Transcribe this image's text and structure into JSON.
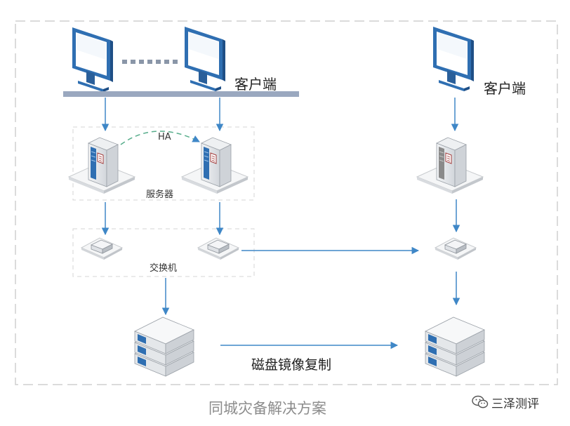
{
  "labels": {
    "client_left": "客户端",
    "client_right": "客户端",
    "ha": "HA",
    "server": "服务器",
    "switch": "交换机",
    "mirror": "磁盘镜像复制"
  },
  "caption": "同城灾备解决方案",
  "watermark": "三泽测评",
  "icons": [
    "monitor-icon",
    "server-icon",
    "switch-icon",
    "storage-icon",
    "wechat-icon"
  ],
  "colors": {
    "arrow": "#3f87c7",
    "monitor": "#2f6fb2",
    "bus": "#9aa8bf",
    "border": "#cfcfcf",
    "server_active": "#2f6fb2",
    "server_standby": "#8a8a8a",
    "ha_link": "#57ad8b"
  }
}
